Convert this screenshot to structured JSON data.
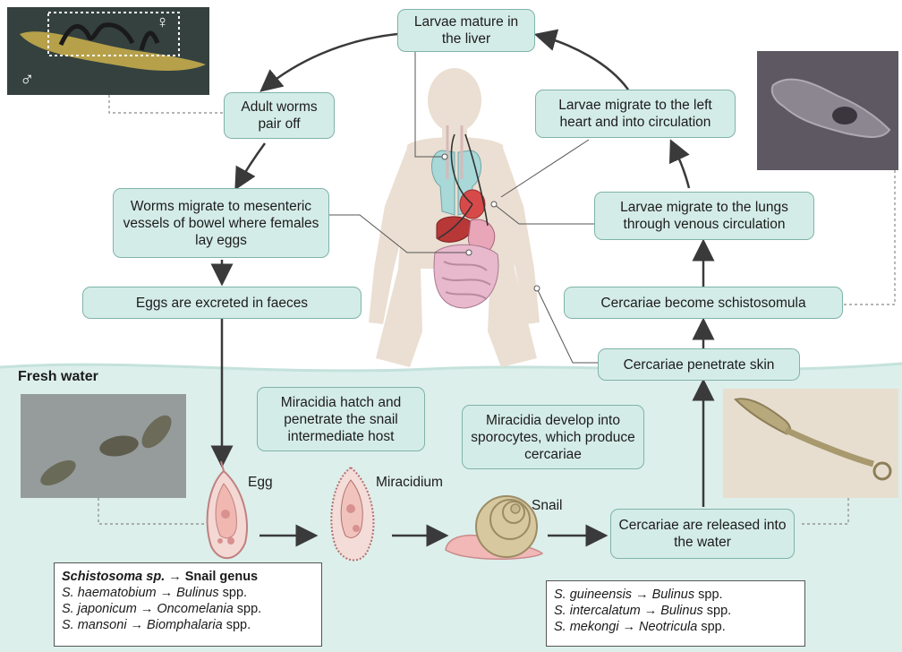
{
  "colors": {
    "box_fill": "#d4ece7",
    "box_border": "#7fb3a8",
    "water": "#dcefeb",
    "arrow": "#3a3a3a",
    "body": "#e9ddd0"
  },
  "steps": {
    "larvae_liver": "Larvae mature in the liver",
    "adult_pair": "Adult worms pair off",
    "worms_migrate": "Worms migrate to mesenteric vessels of bowel where females lay eggs",
    "eggs_excreted": "Eggs are excreted in faeces",
    "larvae_heart": "Larvae migrate to the left heart and into circulation",
    "larvae_lungs": "Larvae migrate to the lungs through venous circulation",
    "schistosomula": "Cercariae become schistosomula",
    "penetrate_skin": "Cercariae penetrate skin",
    "miracidia_hatch": "Miracidia hatch and penetrate the snail intermediate host",
    "miracidia_develop": "Miracidia develop into sporocytes, which produce cercariae",
    "cercariae_released": "Cercariae are released into the water"
  },
  "labels": {
    "fresh_water": "Fresh water",
    "egg": "Egg",
    "miracidium": "Miracidium",
    "snail": "Snail",
    "male_symbol": "♂",
    "female_symbol": "♀"
  },
  "species_left": {
    "header_species": "Schistosoma sp.",
    "header_arrow": "→",
    "header_genus": "Snail genus",
    "rows": [
      {
        "species": "S. haematobium",
        "arrow": "→",
        "genus": "Bulinus",
        "suffix": "spp."
      },
      {
        "species": "S. japonicum",
        "arrow": "→",
        "genus": "Oncomelania",
        "suffix": "spp."
      },
      {
        "species": "S. mansoni",
        "arrow": "→",
        "genus": "Biomphalaria",
        "suffix": "spp."
      }
    ]
  },
  "species_right": {
    "rows": [
      {
        "species": "S. guineensis",
        "arrow": "→",
        "genus": "Bulinus",
        "suffix": "spp."
      },
      {
        "species": "S. intercalatum",
        "arrow": "→",
        "genus": "Bulinus",
        "suffix": "spp."
      },
      {
        "species": "S. mekongi",
        "arrow": "→",
        "genus": "Neotricula",
        "suffix": "spp."
      }
    ]
  }
}
